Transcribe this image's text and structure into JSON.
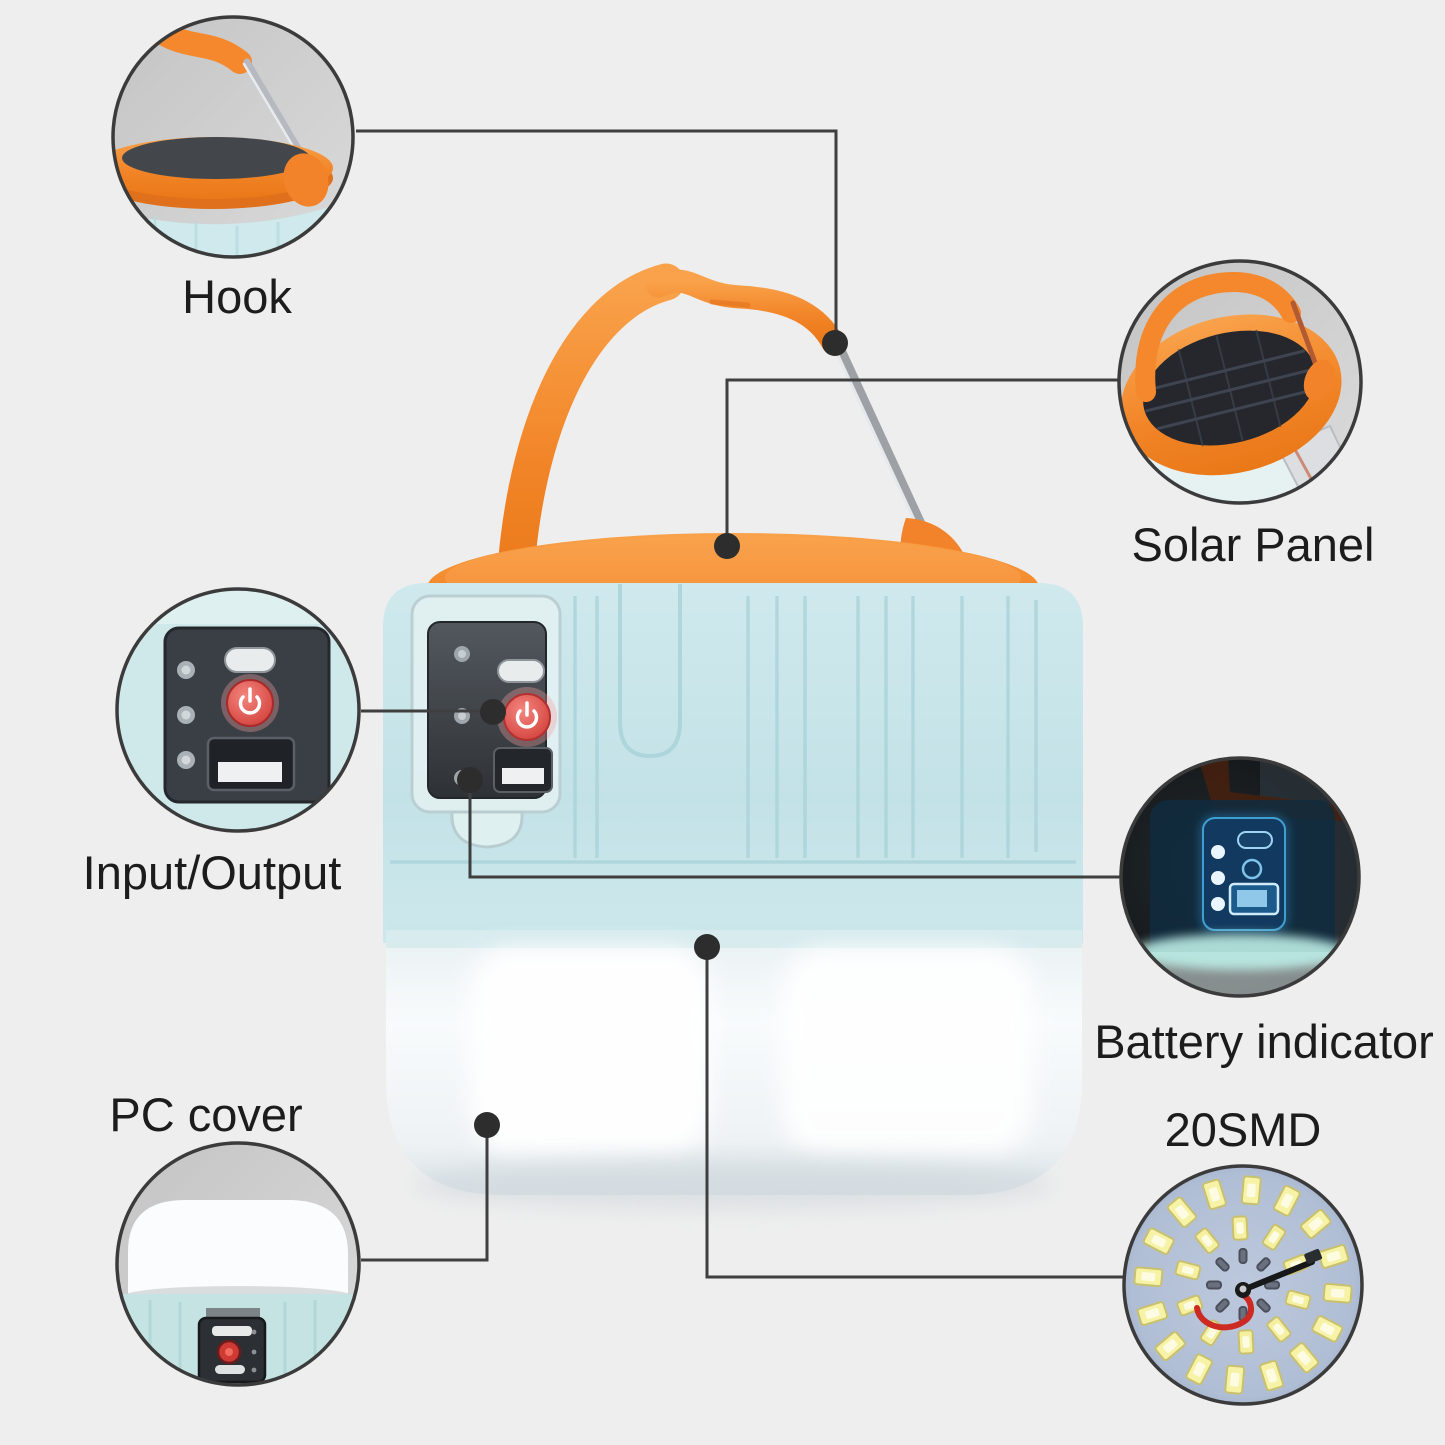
{
  "diagram": {
    "background_color": "#eeeeee",
    "line_color": "#3f3f3f",
    "dot_color": "#2d2d2d",
    "label_color": "#1c1c1c",
    "accent_orange": "#f5882c",
    "body_blue": "#c7e4e8",
    "callouts": [
      {
        "id": "hook",
        "label": "Hook"
      },
      {
        "id": "solar-panel",
        "label": "Solar Panel"
      },
      {
        "id": "input-output",
        "label": "Input/Output"
      },
      {
        "id": "battery-indicator",
        "label": "Battery indicator"
      },
      {
        "id": "pc-cover",
        "label": "PC cover"
      },
      {
        "id": "smd",
        "label": "20SMD"
      }
    ]
  }
}
